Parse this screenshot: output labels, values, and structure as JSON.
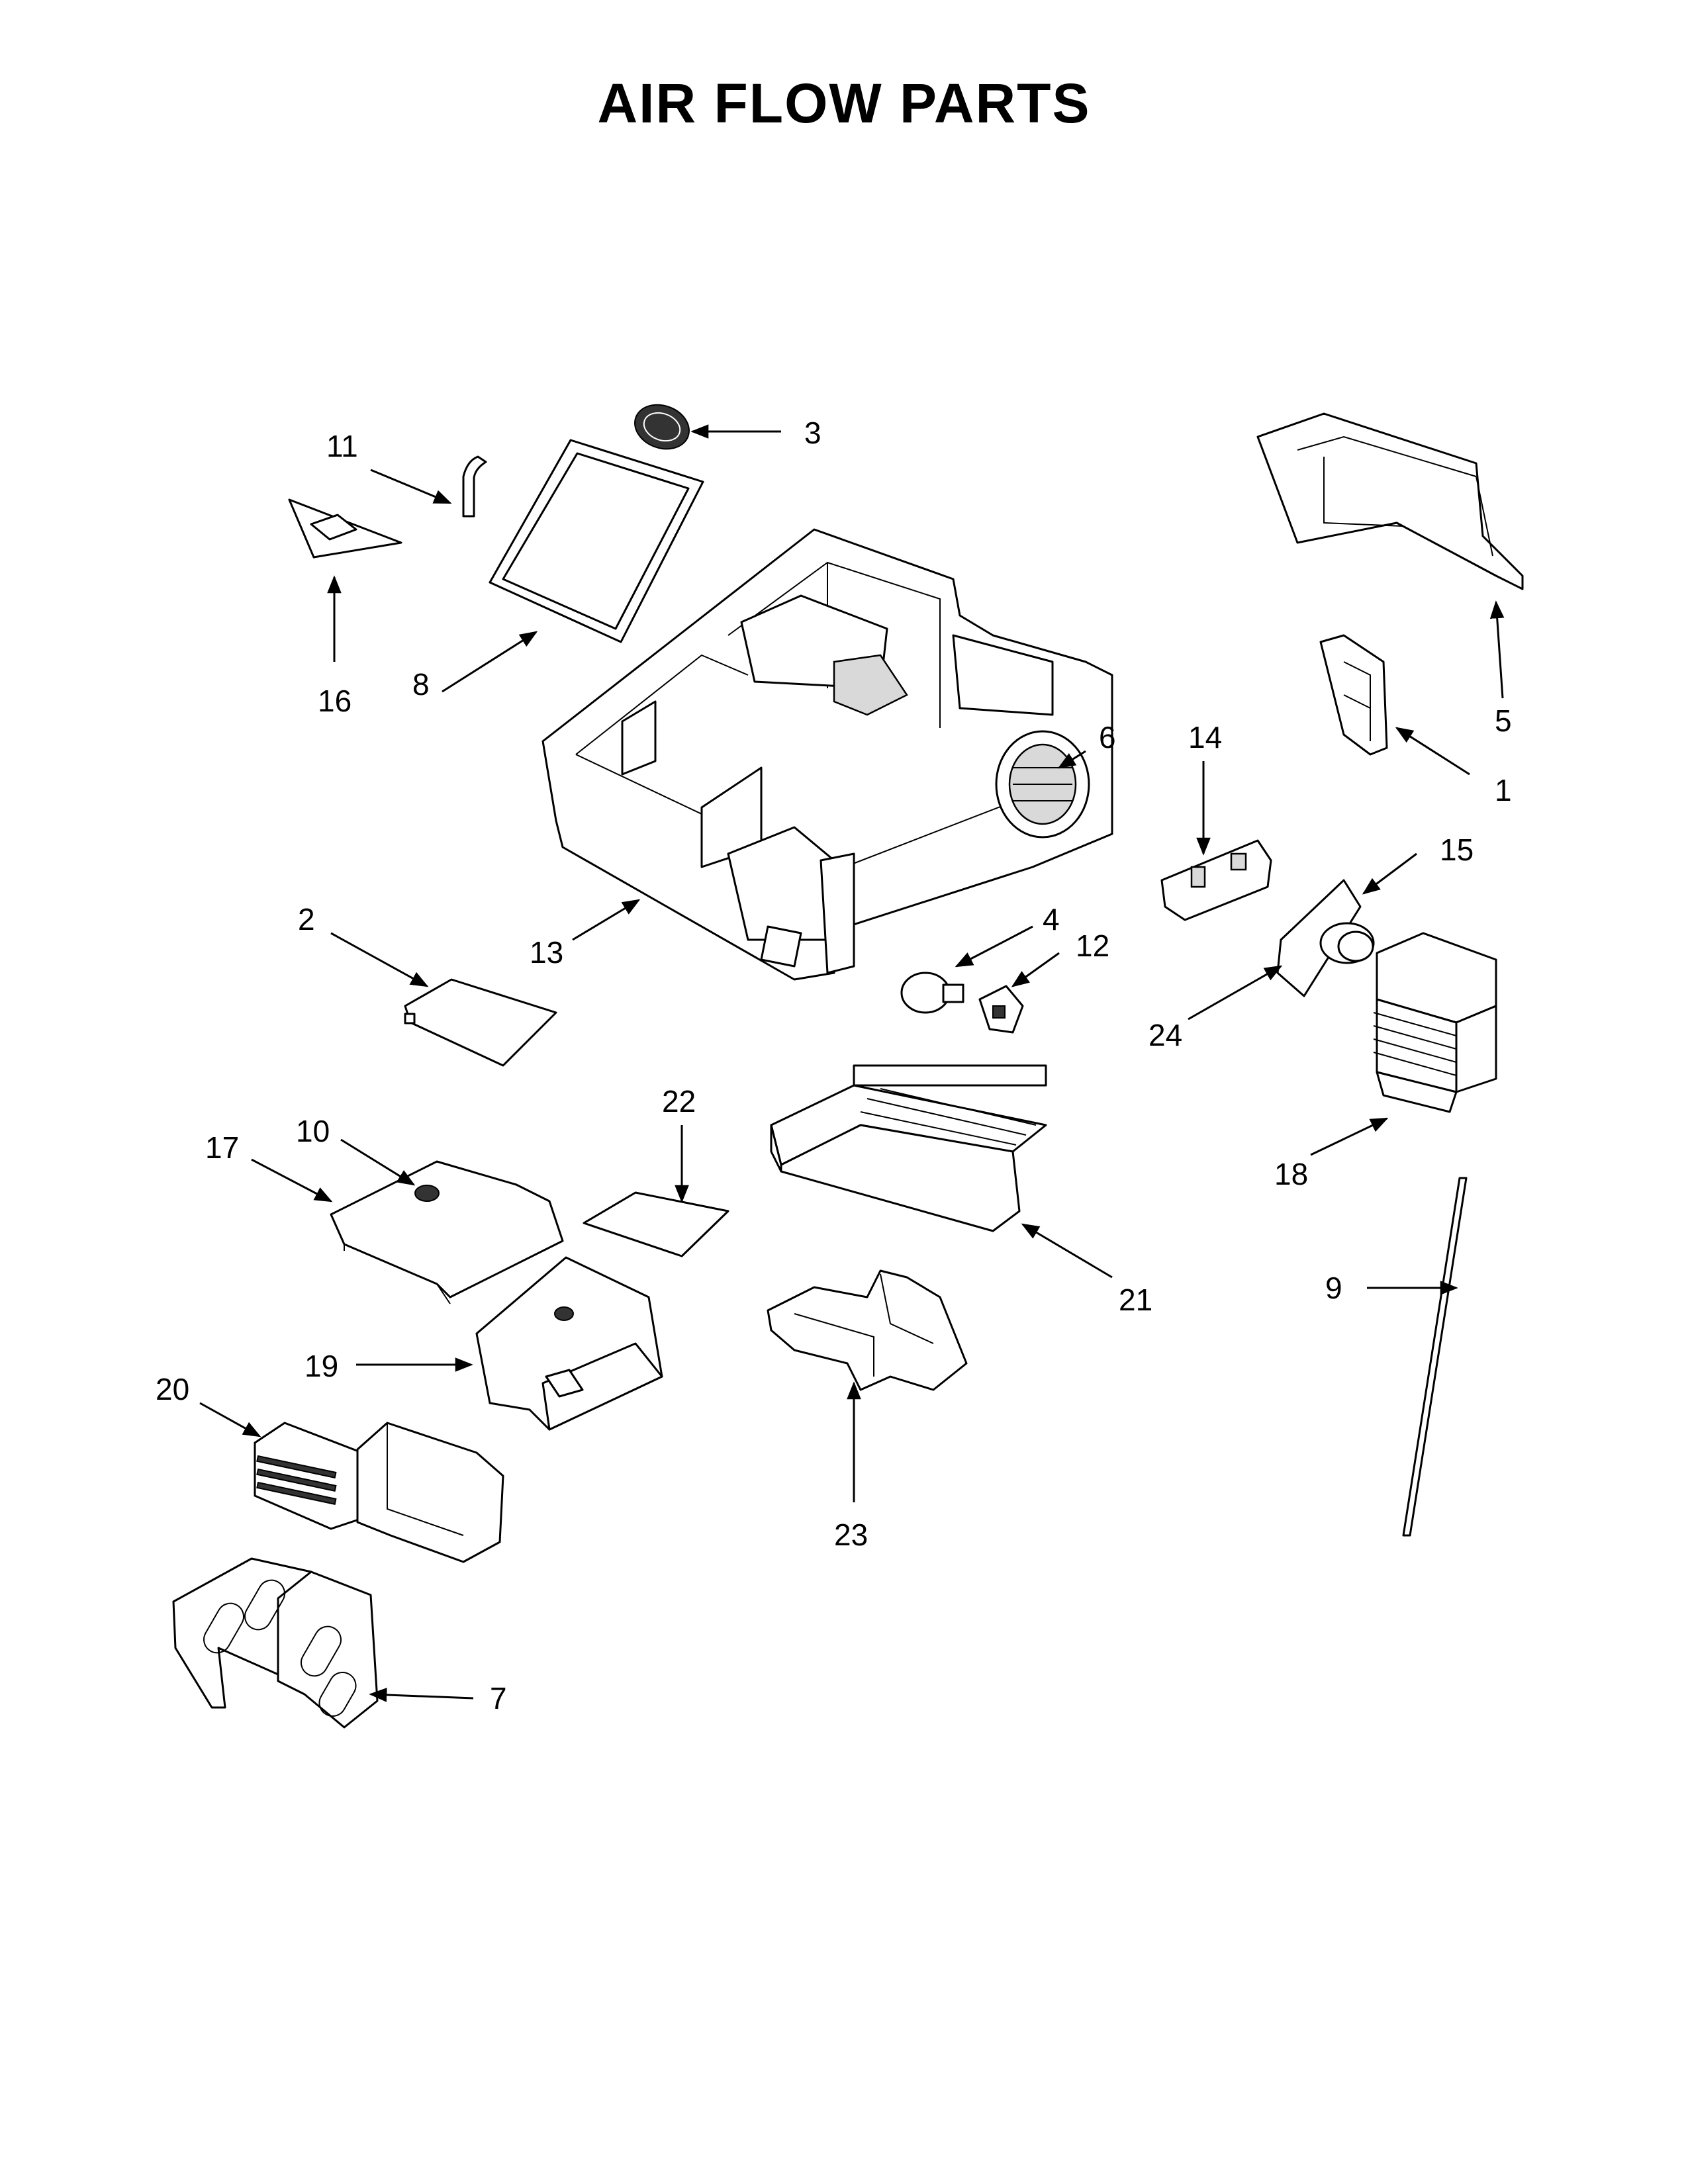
{
  "title": "AIR FLOW PARTS",
  "callouts": [
    {
      "id": "1",
      "label": "1"
    },
    {
      "id": "2",
      "label": "2"
    },
    {
      "id": "3",
      "label": "3"
    },
    {
      "id": "4",
      "label": "4"
    },
    {
      "id": "5",
      "label": "5"
    },
    {
      "id": "6",
      "label": "6"
    },
    {
      "id": "7",
      "label": "7"
    },
    {
      "id": "8",
      "label": "8"
    },
    {
      "id": "9",
      "label": "9"
    },
    {
      "id": "10",
      "label": "10"
    },
    {
      "id": "11",
      "label": "11"
    },
    {
      "id": "12",
      "label": "12"
    },
    {
      "id": "13",
      "label": "13"
    },
    {
      "id": "14",
      "label": "14"
    },
    {
      "id": "15",
      "label": "15"
    },
    {
      "id": "16",
      "label": "16"
    },
    {
      "id": "17",
      "label": "17"
    },
    {
      "id": "18",
      "label": "18"
    },
    {
      "id": "19",
      "label": "19"
    },
    {
      "id": "20",
      "label": "20"
    },
    {
      "id": "21",
      "label": "21"
    },
    {
      "id": "22",
      "label": "22"
    },
    {
      "id": "23",
      "label": "23"
    },
    {
      "id": "24",
      "label": "24"
    }
  ]
}
